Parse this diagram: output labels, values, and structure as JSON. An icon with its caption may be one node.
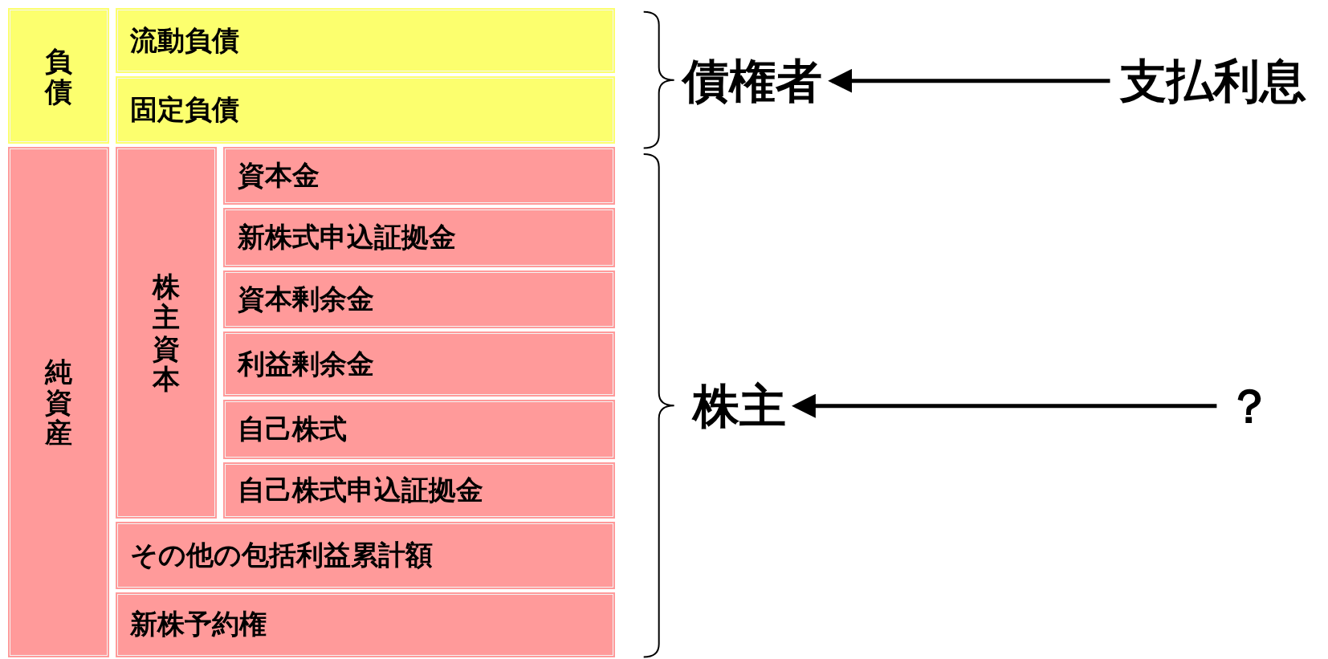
{
  "diagram": {
    "nodes": [
      {
        "text": [
          "負債"
        ]
      },
      {
        "text": [
          "流動負債"
        ]
      },
      {
        "text": [
          "固定負債"
        ]
      },
      {
        "text": [
          "純資産"
        ]
      },
      {
        "text": [
          "株主資本"
        ]
      },
      {
        "text": [
          "資本金"
        ]
      },
      {
        "text": [
          "新株式申込証拠金"
        ]
      },
      {
        "text": [
          "資本剰余金"
        ]
      },
      {
        "text": [
          "利益剰余金"
        ]
      },
      {
        "text": [
          "自己株式"
        ]
      },
      {
        "text": [
          "自己株式申込証拠金"
        ]
      },
      {
        "text": [
          "その他の包括利益累計額"
        ]
      },
      {
        "text": [
          "新株予約権"
        ]
      },
      {
        "text": [
          "債権者"
        ]
      },
      {
        "text": [
          "支払利息"
        ]
      },
      {
        "text": [
          "株主"
        ]
      },
      {
        "text": [
          "？"
        ]
      }
    ],
    "edges": [
      {
        "from": 14,
        "to": 13,
        "arrow": "to"
      },
      {
        "from": 16,
        "to": 15,
        "arrow": "to"
      }
    ]
  }
}
